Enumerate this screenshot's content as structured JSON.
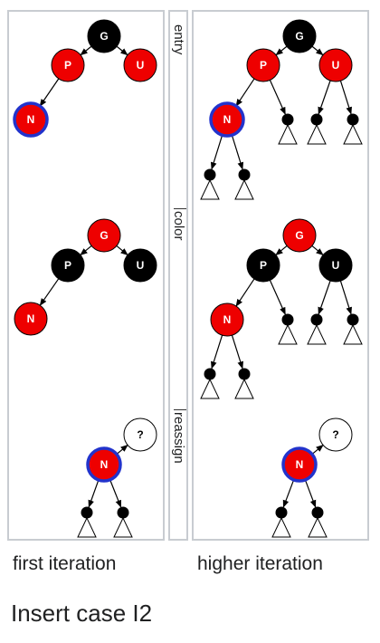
{
  "stages": [
    "entry",
    "color",
    "reassign"
  ],
  "captions": {
    "left": "first iteration",
    "right": "higher iteration"
  },
  "title": "Insert case I2",
  "colors": {
    "red": "#ee0000",
    "black": "#000000",
    "highlight": "#2233cc",
    "border": "#c8ccd1"
  },
  "labels": {
    "grandparent": "G",
    "parent": "P",
    "uncle": "U",
    "node": "N",
    "unknown": "?"
  }
}
